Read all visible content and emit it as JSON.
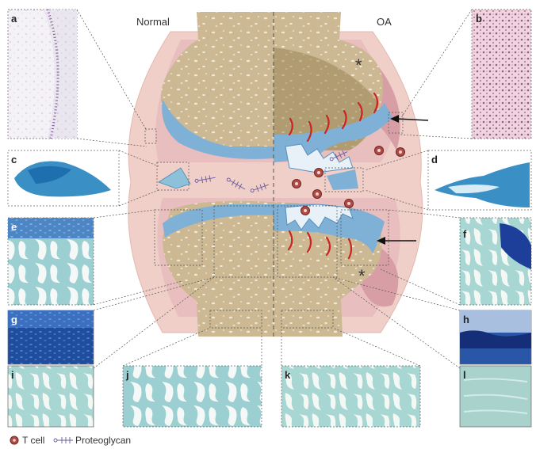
{
  "headings": {
    "left": "Normal",
    "right": "OA"
  },
  "panels": {
    "a": "a",
    "b": "b",
    "c": "c",
    "d": "d",
    "e": "e",
    "f": "f",
    "g": "g",
    "h": "h",
    "i": "i",
    "j": "j",
    "k": "k",
    "l": "l"
  },
  "legend": {
    "tcell": "T cell",
    "proteoglycan": "Proteoglycan"
  },
  "markers": {
    "star": "*"
  },
  "colors": {
    "bone": "#cdb894",
    "bone_dark": "#9e8a5a",
    "cartilage": "#7fb0d6",
    "capsule": "#efcfc8",
    "synovium": "#d79ea6",
    "tcell": "#b04a44",
    "vessel": "#cc2222",
    "stain_blue": "#3a8fc4",
    "stain_light": "#9fd3d4",
    "dark_blue": "#1d3f9a"
  }
}
